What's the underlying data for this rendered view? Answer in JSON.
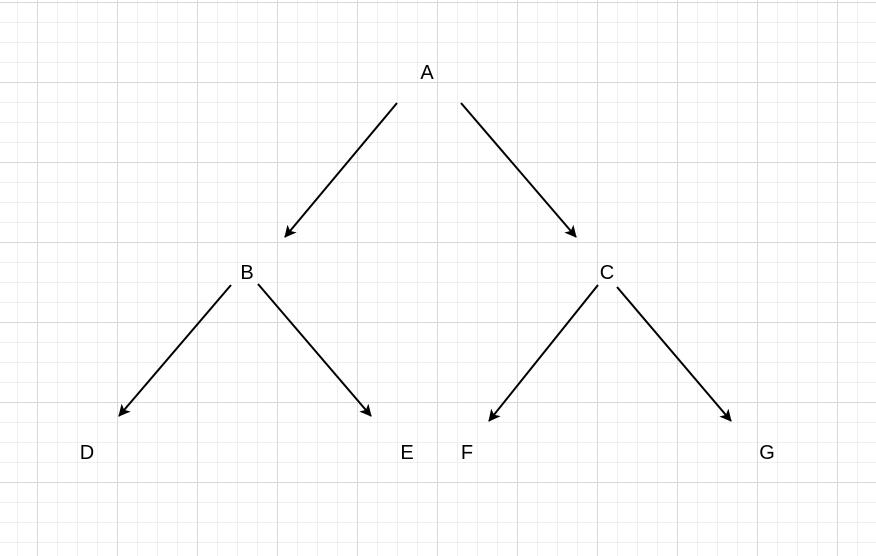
{
  "nodes": {
    "a": "A",
    "b": "B",
    "c": "C",
    "d": "D",
    "e": "E",
    "f": "F",
    "g": "G"
  },
  "edges": [
    {
      "from": "A",
      "to": "B"
    },
    {
      "from": "A",
      "to": "C"
    },
    {
      "from": "B",
      "to": "D"
    },
    {
      "from": "B",
      "to": "E"
    },
    {
      "from": "C",
      "to": "F"
    },
    {
      "from": "C",
      "to": "G"
    }
  ],
  "colors": {
    "background": "#ffffff",
    "grid_major": "#d9d9d9",
    "grid_minor": "#efefef",
    "stroke": "#000000",
    "text": "#000000"
  }
}
